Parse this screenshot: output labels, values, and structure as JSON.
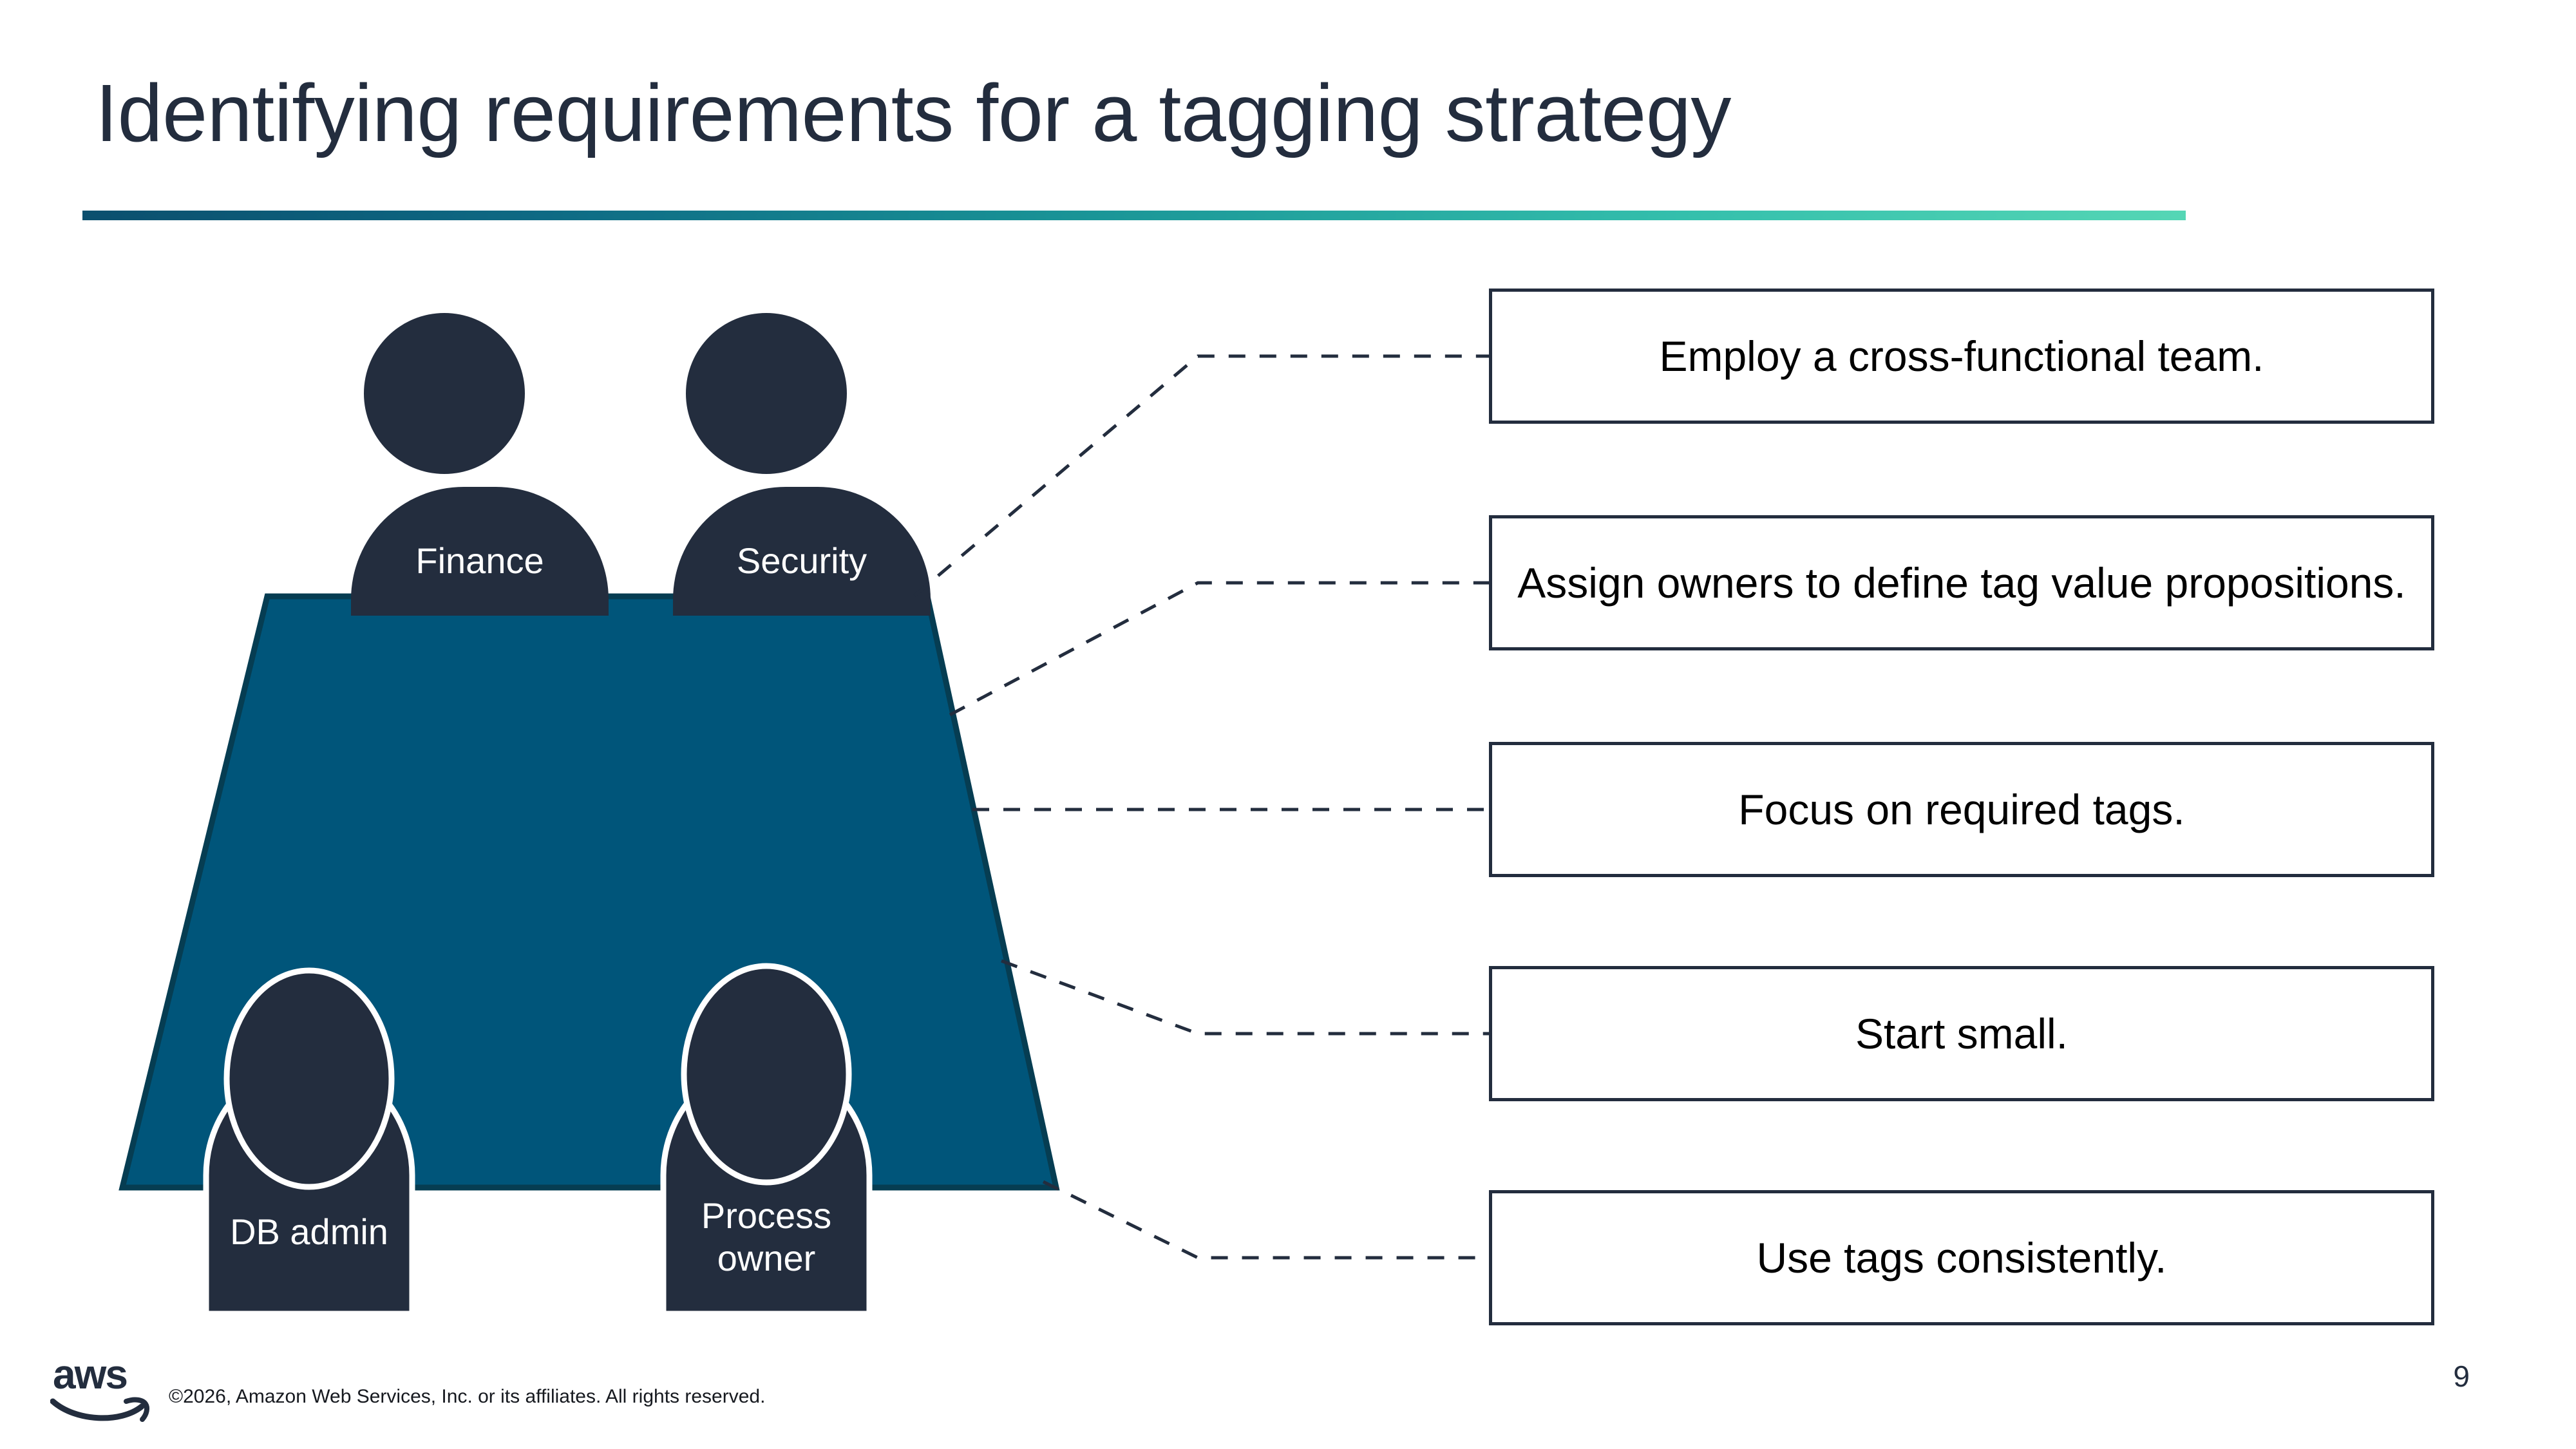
{
  "slide": {
    "title": "Identifying requirements for a tagging strategy",
    "page_number": "9",
    "accent_gradient": {
      "from": "#0b4f6e",
      "mid": "#1a9597",
      "to": "#55d6b5"
    }
  },
  "colors": {
    "navy": "#232d3e",
    "table_teal": "#00557a",
    "table_border": "#063d52",
    "white": "#ffffff",
    "text_black": "#000000"
  },
  "diagram": {
    "table_label": "conference-table",
    "people": [
      {
        "id": "finance",
        "label": "Finance",
        "row": "top",
        "side": "left"
      },
      {
        "id": "security",
        "label": "Security",
        "row": "top",
        "side": "right"
      },
      {
        "id": "db-admin",
        "label": "DB admin",
        "row": "bottom",
        "side": "left"
      },
      {
        "id": "process-owner",
        "label": "Process\nowner",
        "row": "bottom",
        "side": "right"
      }
    ]
  },
  "callouts": [
    {
      "id": "employ-cross-functional-team",
      "text": "Employ a cross-functional team."
    },
    {
      "id": "assign-owners",
      "text": "Assign owners to define tag value propositions."
    },
    {
      "id": "focus-required-tags",
      "text": "Focus on required tags."
    },
    {
      "id": "start-small",
      "text": "Start small."
    },
    {
      "id": "use-tags-consistently",
      "text": "Use tags consistently."
    }
  ],
  "footer": {
    "logo_text": "aws",
    "copyright": "©2026, Amazon Web Services, Inc. or its affiliates. All rights reserved."
  }
}
